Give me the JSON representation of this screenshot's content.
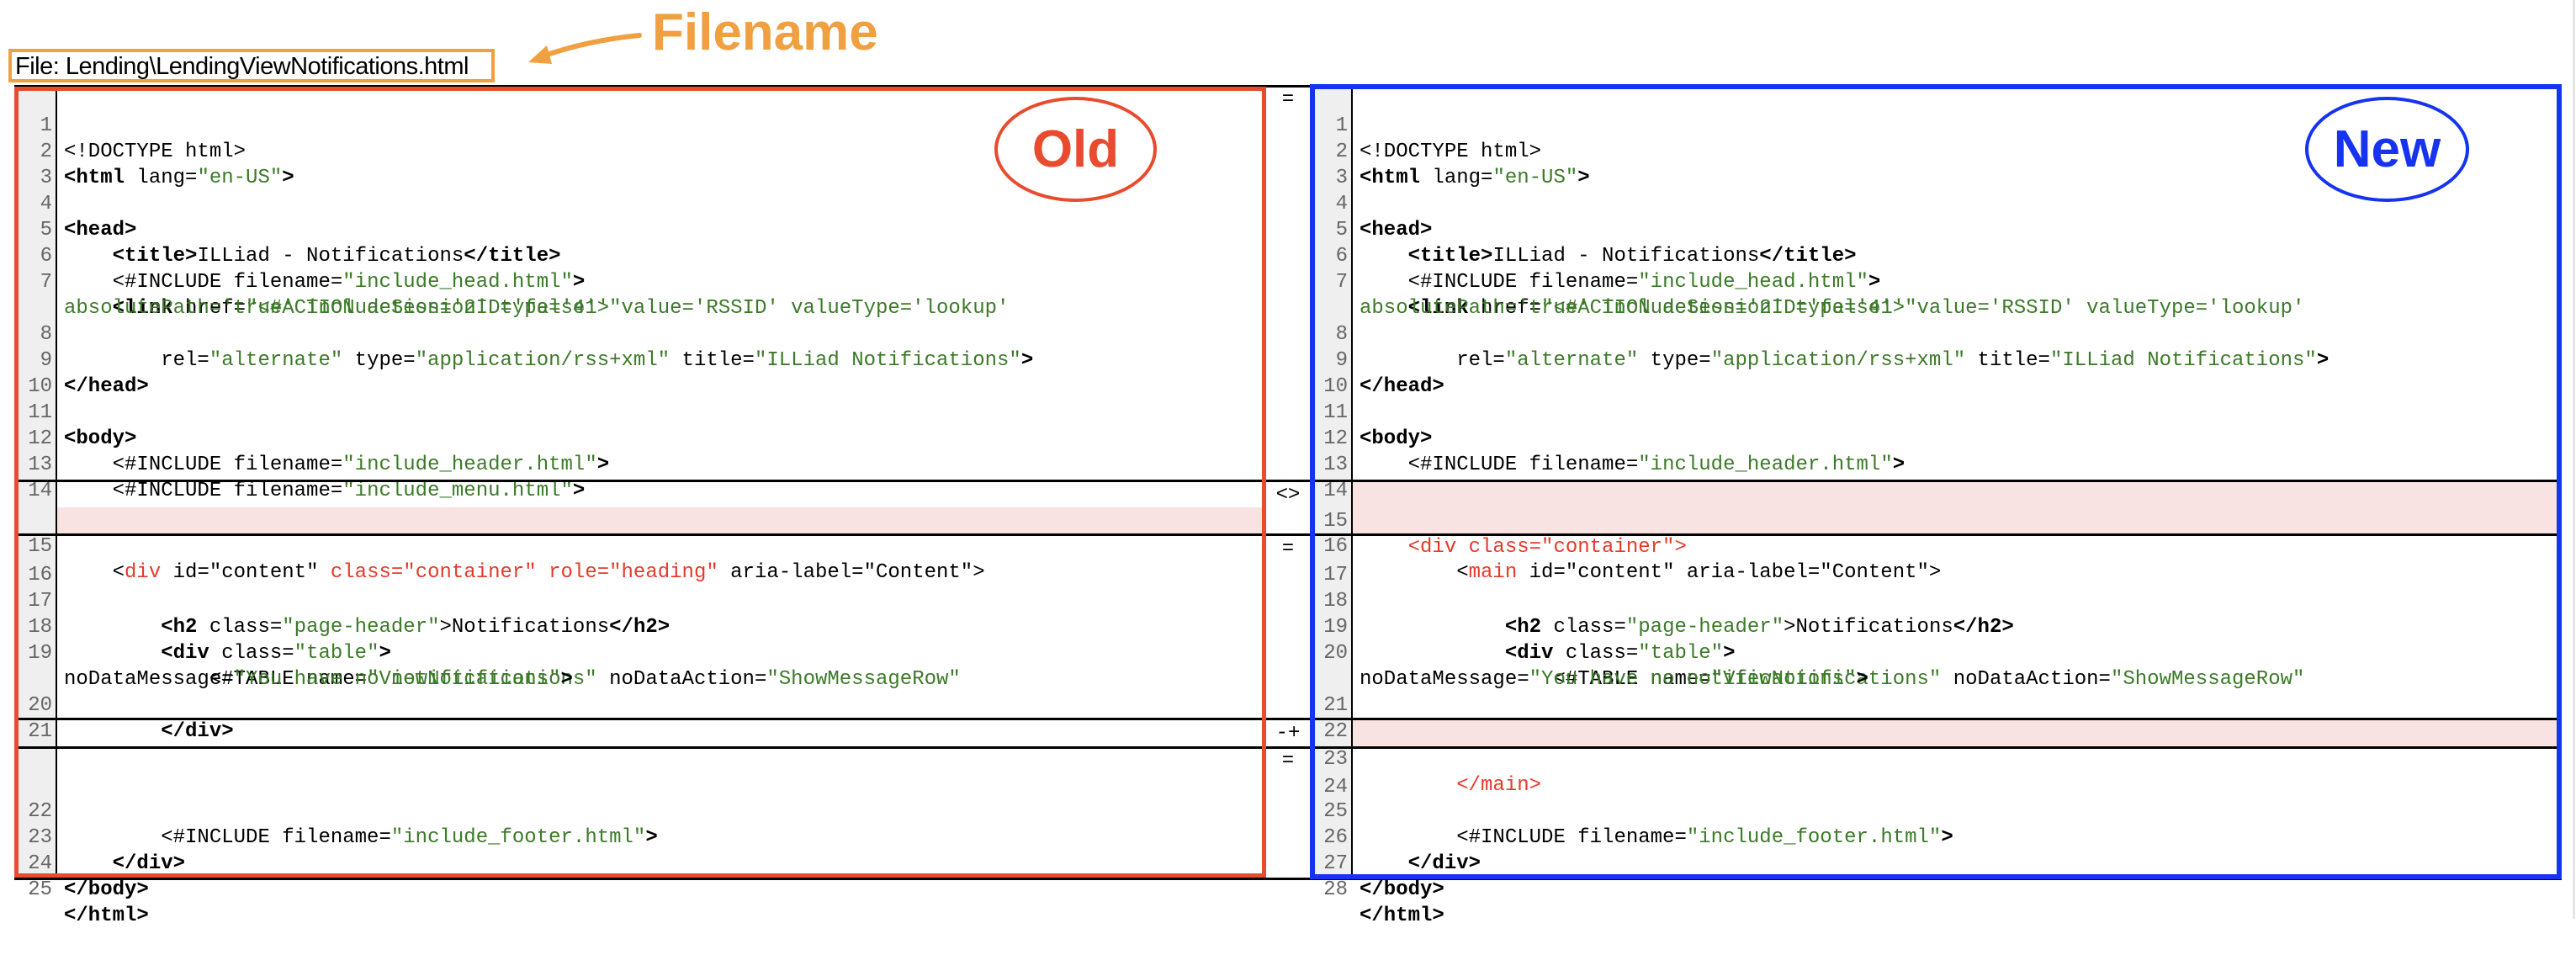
{
  "annotations": {
    "filename_callout": "Filename",
    "old_label": "Old",
    "new_label": "New",
    "colors": {
      "callout": "#F0A040",
      "old": "#E84B2E",
      "new": "#1634F0"
    }
  },
  "file": {
    "label": "File: Lending\\LendingViewNotifications.html"
  },
  "diff": {
    "colors": {
      "changed_bg": "#F8E2E2",
      "string": "#3B7A28",
      "changed_text": "#E53A2A",
      "line_number_bg": "#EFEFEF"
    },
    "markers": [
      "=",
      "<>",
      "=",
      "-+",
      "="
    ],
    "old_lines": {
      "l1": "1",
      "l2": "2",
      "l3": "3",
      "l4": "4",
      "l5": "5",
      "l6": "6",
      "l7": "7",
      "l8": "8",
      "l9": "9",
      "l10": "10",
      "l11": "11",
      "l12": "12",
      "l13": "13",
      "l14": "14",
      "l15": "15",
      "l16": "16",
      "l17": "17",
      "l18": "18",
      "l19": "19",
      "l20": "20",
      "l21": "21",
      "l22": "22",
      "l23": "23",
      "l24": "24",
      "l25": "25"
    },
    "new_lines": {
      "l1": "1",
      "l2": "2",
      "l3": "3",
      "l4": "4",
      "l5": "5",
      "l6": "6",
      "l7": "7",
      "l8": "8",
      "l9": "9",
      "l10": "10",
      "l11": "11",
      "l12": "12",
      "l13": "13",
      "l14": "14",
      "l15": "15",
      "l16": "16",
      "l17": "17",
      "l18": "18",
      "l19": "19",
      "l20": "20",
      "l21": "21",
      "l22": "22",
      "l23": "23",
      "l24": "24",
      "l25": "25",
      "l26": "26",
      "l27": "27",
      "l28": "28"
    },
    "tokens": {
      "doctype": "<!DOCTYPE html>",
      "html_open": "<html",
      "lang_attr": " lang=",
      "lang_val": "\"en-US\"",
      "gt": ">",
      "head_open": "<head>",
      "title_open": "<title>",
      "title_text": "ILLiad - Notifications",
      "title_close": "</title>",
      "include_open": "<#INCLUDE filename=",
      "include_head": "\"include_head.html\"",
      "link_open": "<link",
      "href_attr": " href=",
      "href_val_1": "\"<#ACTION action='2' type='41' value='RSSID' valueType='lookup'",
      "href_val_2": "absolutePath='true' includeSessionID='false'>\"",
      "rel_attr": "rel=",
      "rel_val": "\"alternate\"",
      "type_attr": " type=",
      "type_val": "\"application/rss+xml\"",
      "title_attr": " title=",
      "title_val": "\"ILLiad Notifications\"",
      "head_close": "</head>",
      "body_open": "<body>",
      "include_header": "\"include_header.html\"",
      "include_menu": "\"include_menu.html\"",
      "old_div_lt": "<",
      "old_div_tag": "div",
      "old_id": " id=\"content\"",
      "old_class": " class=\"container\" role=\"heading\"",
      "old_aria": " aria-label=\"Content\">",
      "new_div_container": "<div class=\"container\">",
      "new_main_lt": "<",
      "new_main_tag": "main",
      "new_main_rest": " id=\"content\" aria-label=\"Content\">",
      "h2_open": "<h2",
      "class_attr": " class=",
      "page_header_val": "\"page-header\"",
      "h2_text": ">Notifications",
      "h2_close": "</h2>",
      "div_open": "<div",
      "table_val": "\"table\"",
      "table_tag": "<#TABLE name=",
      "table_name_val": "\"ViewNotifications\"",
      "nodata_action_attr": " noDataAction=",
      "nodata_action_val": "\"ShowMessageRow\"",
      "nodata_msg_attr": "noDataMessage=",
      "nodata_msg_val": "\"You have no notifications\"",
      "div_close": "</div>",
      "main_close": "</main>",
      "include_footer": "\"include_footer.html\"",
      "body_close": "</body>",
      "html_close": "</html>"
    }
  }
}
